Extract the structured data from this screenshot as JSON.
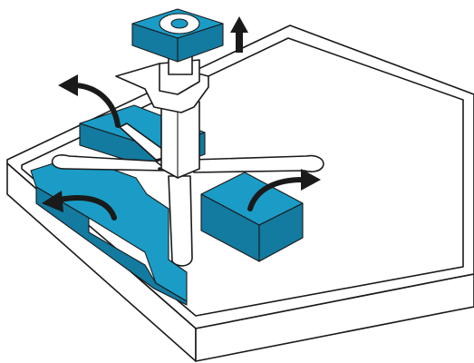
{
  "colors": {
    "foam": "#1a9cc6",
    "foam_dark": "#137aa0",
    "outline": "#1a1a1a",
    "paper": "#ffffff"
  },
  "parts": [
    "packaging-box",
    "foam-block-top-left",
    "foam-block-right",
    "foam-block-left-bottom",
    "foam-cap",
    "star-base",
    "column",
    "seat-mount-plate"
  ],
  "arrows": [
    "arrow-up",
    "arrow-left-upper",
    "arrow-left-lower",
    "arrow-right"
  ],
  "icons": [
    "circle-o-icon"
  ]
}
